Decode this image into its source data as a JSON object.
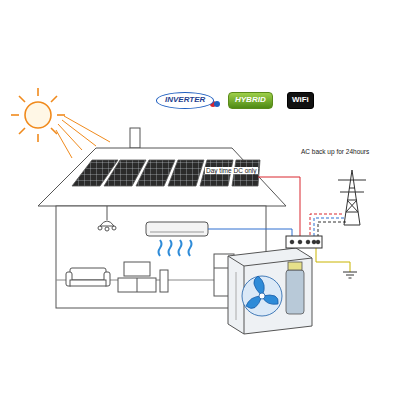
{
  "diagram": {
    "nodes": [
      {
        "text": [
          "INVERTER"
        ]
      },
      {
        "text": [
          "HYBRID"
        ]
      },
      {
        "text": [
          "WiFi"
        ]
      }
    ],
    "labels": [
      "Day time DC only",
      "AC back up for 24hours"
    ]
  }
}
